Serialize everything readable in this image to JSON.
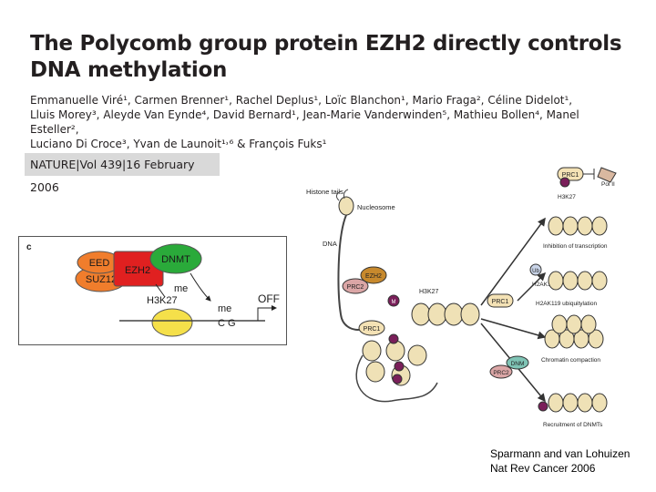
{
  "title": {
    "line1": "The Polycomb group protein EZH2 directly controls",
    "line2": "DNA methylation"
  },
  "authors": {
    "line1": "Emmanuelle Viré¹, Carmen Brenner¹, Rachel Deplus¹, Loïc Blanchon¹, Mario Fraga², Céline Didelot¹,",
    "line2": "Lluis Morey³, Aleyde Van Eynde⁴, David Bernard¹, Jean-Marie Vanderwinden⁵, Mathieu Bollen⁴, Manel Esteller²,",
    "line3": "Luciano Di Croce³, Yvan de Launoit¹˒⁶ & François Fuks¹"
  },
  "journal": "NATURE|Vol 439|16 February 2006",
  "panel_c": {
    "label": "c",
    "eed": "EED",
    "suz12": "SUZ12",
    "ezh2": "EZH2",
    "dnmt": "DNMT",
    "me1": "me",
    "h3k27": "H3K27",
    "me2": "me",
    "cg": "C G",
    "off": "OFF",
    "colors": {
      "eed": "#f07d2c",
      "ezh2": "#e02020",
      "dnmt": "#2aaa3a",
      "nucleosome": "#f5e04a"
    }
  },
  "figure": {
    "histone_tails": "Histone tails",
    "nucleosome": "Nucleosome",
    "dna": "DNA",
    "ezh2": "EZH2",
    "prc2": "PRC2",
    "h3k27": "H3K27",
    "prc1_mid": "PRC1",
    "prc1_bottom": "PRC1",
    "me": "M",
    "prc1_top": "PRC1",
    "pol2": "Pol II",
    "h3k27_top": "H3K27",
    "inhibition": "Inhibition of transcription",
    "ub": "Ub",
    "h2ak119": "H2AK119",
    "h2ak119_ub": "H2AK119 ubiquitylation",
    "compaction": "Chromatin compaction",
    "dnm": "DNM",
    "prc2_right": "PRC2",
    "recruitment": "Recruitment of DNMTs"
  },
  "credit": {
    "line1": "Sparmann and van Lohuizen",
    "line2": "Nat Rev Cancer 2006"
  }
}
